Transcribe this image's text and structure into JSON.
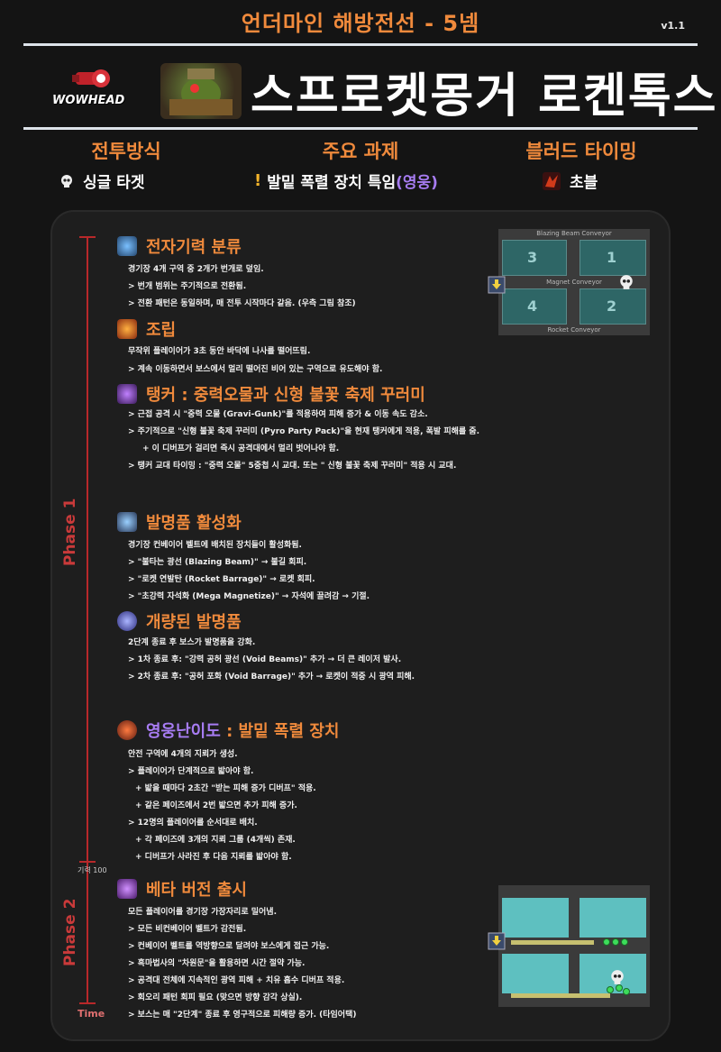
{
  "header": {
    "title": "언더마인 해방전선 - 5넴",
    "version": "v1.1",
    "logo_text": "WOWHEAD",
    "boss_name": "스프로켓몽거 로켄톡스"
  },
  "info": {
    "fight_style_label": "전투방식",
    "fight_style_value": "싱글 타겟",
    "main_task_label": "주요 과제",
    "main_task_value": "발밑 폭렬 장치 특임",
    "main_task_tag": "(영웅)",
    "bloodlust_label": "블러드 타이밍",
    "bloodlust_value": "초블"
  },
  "timeline": {
    "phase1": "Phase 1",
    "phase2": "Phase 2",
    "energy": "기력 100",
    "time": "Time"
  },
  "sections": {
    "s1": {
      "title": "전자기력 분류",
      "lines": [
        "경기장 4개 구역 중 2개가 번개로 덮임.",
        "> 번개 범위는 주기적으로 전환됨.",
        "> 전환 패턴은 동일하며, 매 전투 시작마다 같음. (우측 그림 참조)"
      ]
    },
    "s2": {
      "title": "조립",
      "lines": [
        "무작위 플레이어가 3초 동안 바닥에 나사를 떨어뜨림.",
        "> 계속 이동하면서 보스에서 멀리 떨어진 비어 있는 구역으로 유도해야 함."
      ]
    },
    "s3": {
      "title": "탱커 : 중력오물과 신형 불꽃 축제 꾸러미",
      "lines": [
        "> 근접 공격 시 \"중력 오물 (Gravi-Gunk)\"를 적용하여 피해 증가 & 이동 속도 감소.",
        "> 주기적으로 \"신형 불꽃 축제 꾸러미 (Pyro Party Pack)\"을 현재 탱커에게 적용, 폭발 피해를 줌.",
        "+ 이 디버프가 걸리면 즉시 공격대에서 멀리 벗어나야 함.",
        "> 탱커 교대 타이밍 : \"중력 오물\" 5중첩 시 교대.  또는 \" 신형 불꽃 축제 꾸러미\" 적용 시 교대."
      ]
    },
    "s4": {
      "title": "발명품 활성화",
      "lines": [
        "경기장 컨베이어 벨트에 배치된 장치들이 활성화됨.",
        "> \"불타는 광선 (Blazing Beam)\" → 불길 회피.",
        ">  \"로켓 연발탄 (Rocket Barrage)\" → 로켓 회피.",
        "> \"초강력 자석화 (Mega Magnetize)\" → 자석에 끌려감 → 기절."
      ]
    },
    "s5": {
      "title": "개량된 발명품",
      "lines": [
        "2단계 종료 후 보스가 발명품을 강화.",
        "> 1차 종료 후: \"강력 공허 광선 (Void Beams)\" 추가 → 더 큰 레이저 발사.",
        "> 2차 종료 후: \"공허 포화 (Void Barrage)\" 추가 → 로켓이 적중 시 광역 피해."
      ]
    },
    "s6": {
      "title_prefix": "영웅난이도",
      "title_suffix": " : 발밑 폭렬 장치",
      "lines": [
        "안전 구역에 4개의 지뢰가 생성.",
        "> 플레이어가 단계적으로 밟아야 함.",
        "+ 밟을 때마다 2초간 \"받는 피해 증가 디버프\" 적용.",
        "+ 같은 페이즈에서 2번 밟으면 추가 피해 증가.",
        "> 12명의 플레이어를 순서대로 배치.",
        "+ 각 페이즈에 3개의 지뢰 그룹 (4개씩) 존재.",
        "+ 디버프가 사라진 후 다음 지뢰를 밟아야 함."
      ]
    },
    "s7": {
      "title": "베타 버전 출시",
      "lines": [
        "모든 플레이어를 경기장 가장자리로 밀어냄.",
        "> 모든 비컨베이어 벨트가 감전됨.",
        "> 컨베이어 벨트를 역방향으로 달려야 보스에게 접근 가능.",
        "> 흑마법사의 \"차원문\"을 활용하면 시간 절약 가능.",
        "> 공격대 전체에 지속적인 광역 피해 + 치유 흡수 디버프 적용.",
        "> 회오리 패턴 회피 필요 (맞으면 방향 감각 상실).",
        "> 보스는 매 \"2단계\" 종료 후 영구적으로 피해량 증가. (타임어택)"
      ]
    }
  },
  "diagram1": {
    "top_label": "Blazing Beam Conveyor",
    "mid_label": "Magnet Conveyor",
    "bottom_label": "Rocket Conveyor",
    "zones": [
      "3",
      "1",
      "4",
      "2"
    ]
  },
  "colors": {
    "accent": "#f08a3c",
    "heroic": "#a77cf2",
    "timeline": "#b8282a",
    "background": "#141414",
    "panel": "#1e1e1e"
  }
}
